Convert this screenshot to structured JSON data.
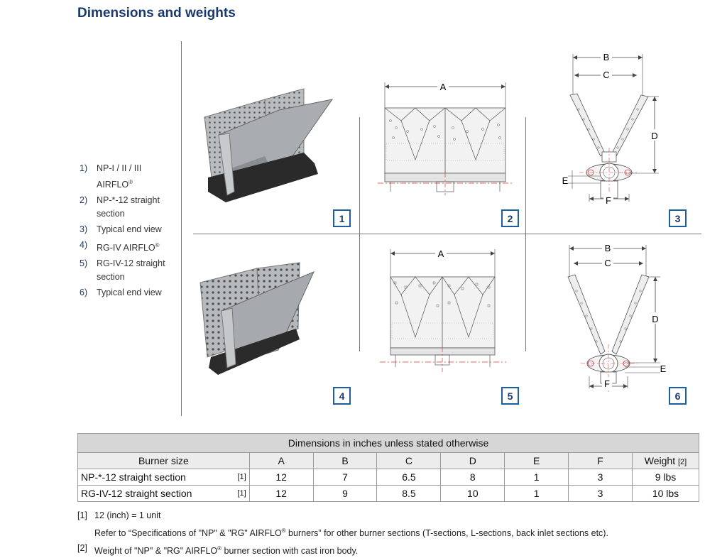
{
  "title": "Dimensions and weights",
  "legend": [
    {
      "num": "1)",
      "text": "NP-I / II / III AIRFLO",
      "sup": "®"
    },
    {
      "num": "2)",
      "text": "NP-*-12 straight section",
      "sup": ""
    },
    {
      "num": "3)",
      "text": "Typical end view",
      "sup": ""
    },
    {
      "num": "4)",
      "text": "RG-IV AIRFLO",
      "sup": "®"
    },
    {
      "num": "5)",
      "text": "RG-IV-12 straight section",
      "sup": ""
    },
    {
      "num": "6)",
      "text": "Typical end view",
      "sup": ""
    }
  ],
  "panels": [
    "1",
    "2",
    "3",
    "4",
    "5",
    "6"
  ],
  "diagram_labels": {
    "a": "A",
    "b": "B",
    "c": "C",
    "d": "D",
    "e": "E",
    "f": "F"
  },
  "table": {
    "caption": "Dimensions in inches unless stated otherwise",
    "headers": [
      "Burner size",
      "A",
      "B",
      "C",
      "D",
      "E",
      "F",
      "Weight"
    ],
    "weight_ref": "[2]",
    "rows": [
      {
        "name": "NP-*-12 straight section",
        "ref": "[1]",
        "values": [
          "12",
          "7",
          "6.5",
          "8",
          "1",
          "3",
          "9 lbs"
        ]
      },
      {
        "name": "RG-IV-12 straight section",
        "ref": "[1]",
        "values": [
          "12",
          "9",
          "8.5",
          "10",
          "1",
          "3",
          "10 lbs"
        ]
      }
    ]
  },
  "notes": {
    "n1_key": "[1]",
    "n1_text": "12 (inch) = 1 unit",
    "n1_refer_a": "Refer to “Specifications of \"NP\" & \"RG\" AIRFLO",
    "n1_refer_sup": "®",
    "n1_refer_b": " burners” for other burner sections (T-sections, L-sections, back inlet sections etc).",
    "n2_key": "[2]",
    "n2_a": "Weight of \"NP\" & \"RG\" AIRFLO",
    "n2_sup": "®",
    "n2_b": " burner section with cast iron body."
  },
  "colors": {
    "title": "#1b3a6b",
    "panel_border": "#1b5fa0",
    "center_line": "#d63a3a"
  }
}
